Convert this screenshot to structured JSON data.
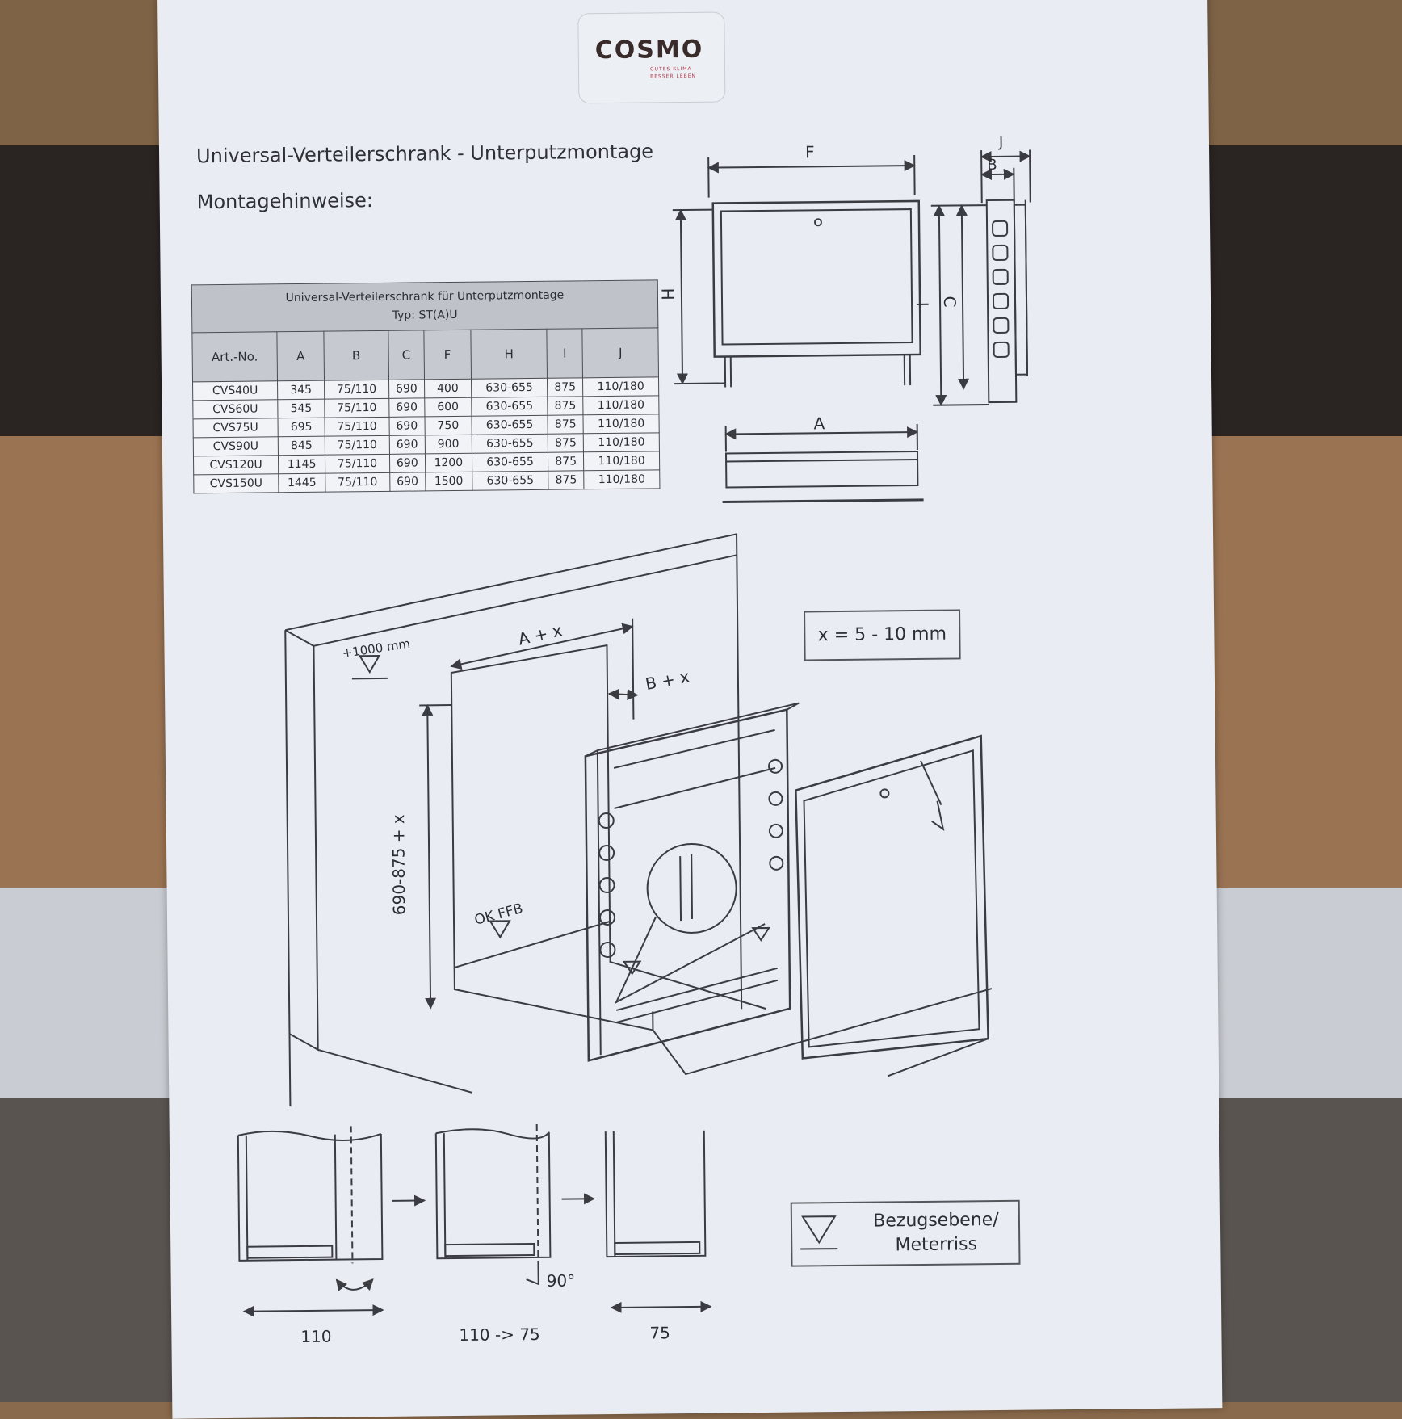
{
  "logo": {
    "brand": "COSMO",
    "tagline_1": "GUTES KLIMA",
    "tagline_2": "BESSER LEBEN"
  },
  "title": "Universal-Verteilerschrank - Unterputzmontage",
  "subtitle": "Montagehinweise:",
  "table": {
    "caption_line1": "Universal-Verteilerschrank für Unterputzmontage",
    "caption_line2": "Typ: ST(A)U",
    "columns": [
      "Art.-No.",
      "A",
      "B",
      "C",
      "F",
      "H",
      "I",
      "J"
    ],
    "rows": [
      [
        "CVS40U",
        "345",
        "75/110",
        "690",
        "400",
        "630-655",
        "875",
        "110/180"
      ],
      [
        "CVS60U",
        "545",
        "75/110",
        "690",
        "600",
        "630-655",
        "875",
        "110/180"
      ],
      [
        "CVS75U",
        "695",
        "75/110",
        "690",
        "750",
        "630-655",
        "875",
        "110/180"
      ],
      [
        "CVS90U",
        "845",
        "75/110",
        "690",
        "900",
        "630-655",
        "875",
        "110/180"
      ],
      [
        "CVS120U",
        "1145",
        "75/110",
        "690",
        "1200",
        "630-655",
        "875",
        "110/180"
      ],
      [
        "CVS150U",
        "1445",
        "75/110",
        "690",
        "1500",
        "630-655",
        "875",
        "110/180"
      ]
    ]
  },
  "dimension_labels": {
    "F": "F",
    "H": "H",
    "J": "J",
    "B": "B",
    "I": "I",
    "C": "C",
    "A": "A",
    "a_plus_x": "A + x",
    "b_plus_x": "B + x",
    "height_range": "690-875 + x",
    "reference_height": "+1000 mm",
    "floor_level": "OK FFB"
  },
  "tolerance_note": "x = 5 - 10 mm",
  "depth_steps": {
    "step1": "110",
    "step2": "110 -> 75",
    "step3": "75",
    "rotation": "90°"
  },
  "legend": {
    "text": "Bezugsebene/\nMeterriss"
  }
}
